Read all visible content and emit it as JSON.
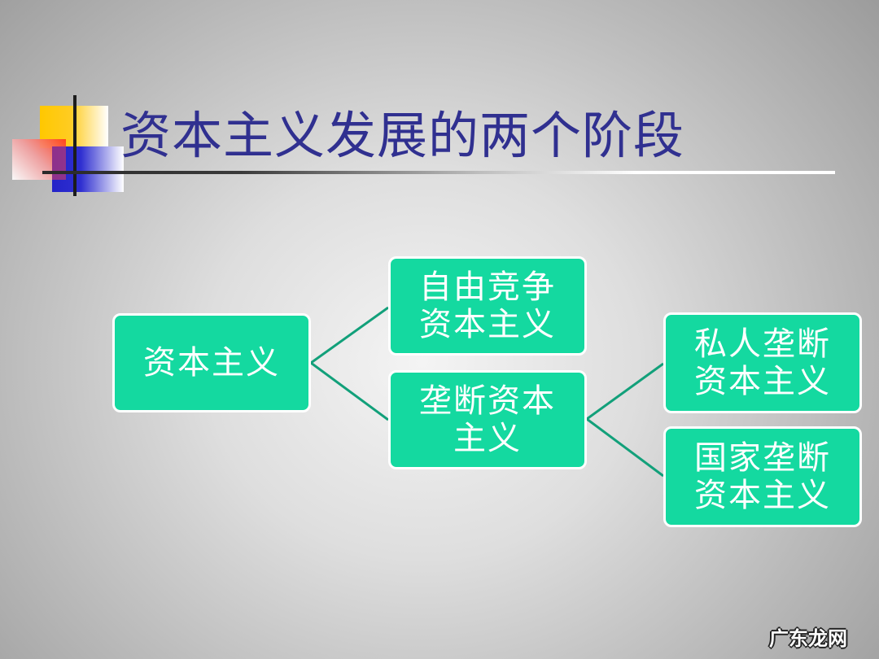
{
  "slide": {
    "title": "资本主义发展的两个阶段",
    "title_color": "#303090",
    "node_color": "#14d9a0",
    "connector_color": "#12a07a"
  },
  "diagram": {
    "root": {
      "lines": [
        "资本主义"
      ]
    },
    "stages": [
      {
        "lines": [
          "自由竞争",
          "资本主义"
        ]
      },
      {
        "lines": [
          "垄断资本",
          "主义"
        ]
      }
    ],
    "monopoly_types": [
      {
        "lines": [
          "私人垄断",
          "资本主义"
        ]
      },
      {
        "lines": [
          "国家垄断",
          "资本主义"
        ]
      }
    ]
  },
  "watermark": "广东龙网"
}
